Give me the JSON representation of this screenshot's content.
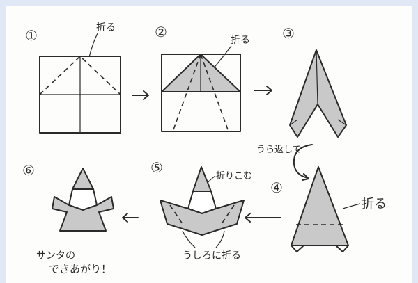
{
  "steps": [
    {
      "number": "①",
      "label": "折る"
    },
    {
      "number": "②",
      "label": "折る"
    },
    {
      "number": "③",
      "label": ""
    },
    {
      "number": "④",
      "label": "折る"
    },
    {
      "number": "⑤",
      "label": "折りこむ"
    },
    {
      "number": "⑥",
      "label": ""
    }
  ],
  "annotations": {
    "turn_over": "うら返して",
    "fold_back": "うしろに折る",
    "done_line1": "サンタの",
    "done_line2": "できあがり！"
  },
  "colors": {
    "background": "#dfe8f4",
    "paper": "#fdfdfb",
    "shade": "#c9c9c9",
    "ink": "#2a2a2a"
  }
}
